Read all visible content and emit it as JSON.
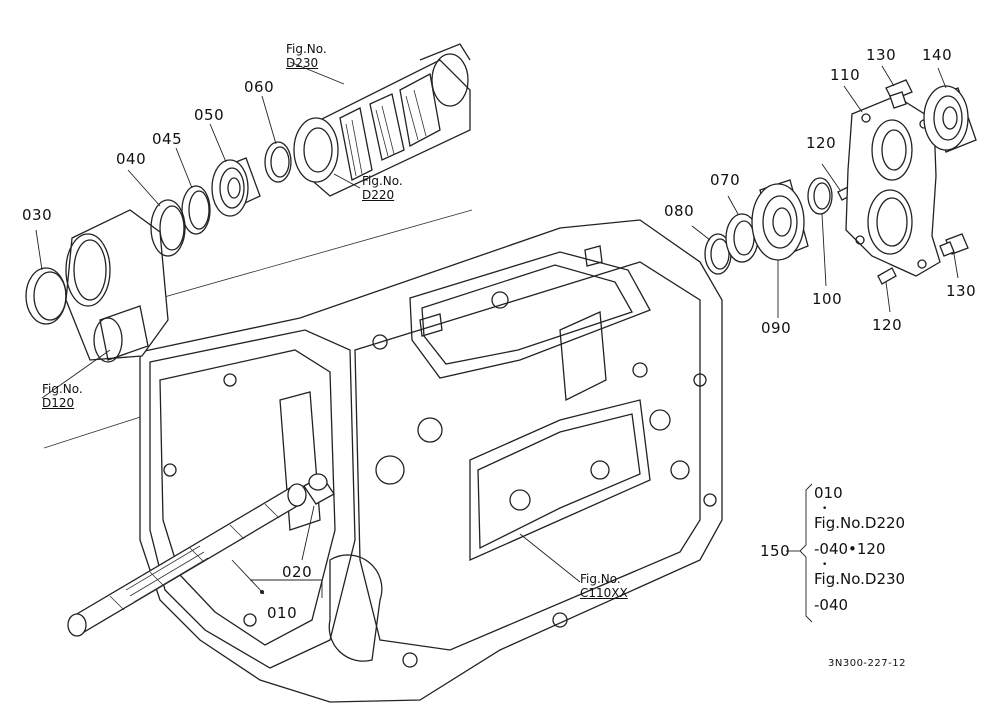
{
  "parts": {
    "p010": "010",
    "p020": "020",
    "p030": "030",
    "p040": "040",
    "p045": "045",
    "p050": "050",
    "p060": "060",
    "p070": "070",
    "p080": "080",
    "p090": "090",
    "p100": "100",
    "p110": "110",
    "p120a": "120",
    "p120b": "120",
    "p130a": "130",
    "p130b": "130",
    "p140": "140"
  },
  "figrefs": {
    "d230": {
      "line1": "Fig.No.",
      "line2": "D230"
    },
    "d220": {
      "line1": "Fig.No.",
      "line2": "D220"
    },
    "d120": {
      "line1": "Fig.No.",
      "line2": "D120"
    },
    "c110xx": {
      "line1": "Fig.No.",
      "line2": "C110XX"
    }
  },
  "legend": {
    "number": "150",
    "lines": [
      "010",
      "Fig.No.D220",
      "-040•120",
      "Fig.No.D230",
      "-040"
    ],
    "separator": "•"
  },
  "drawing_code": "3N300-227-12"
}
